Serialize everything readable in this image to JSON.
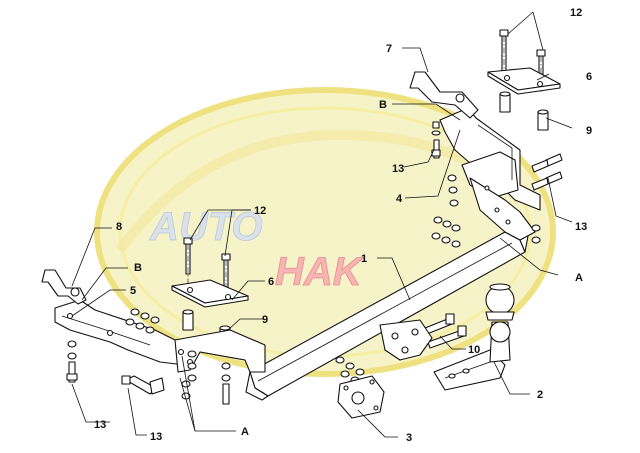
{
  "watermark": {
    "word1": "AUTO",
    "word2": "HAK"
  },
  "labels": {
    "l12a": "12",
    "l6a": "6",
    "l9a": "9",
    "l7": "7",
    "lB_right": "B",
    "l13a": "13",
    "l4": "4",
    "l13b": "13",
    "lA_right": "A",
    "l1": "1",
    "l12b": "12",
    "l6b": "6",
    "l9b": "9",
    "l8": "8",
    "lB_left": "B",
    "l5": "5",
    "l13c": "13",
    "l13d": "13",
    "lA_left": "A",
    "l3": "3",
    "l2": "2",
    "l10": "10"
  }
}
